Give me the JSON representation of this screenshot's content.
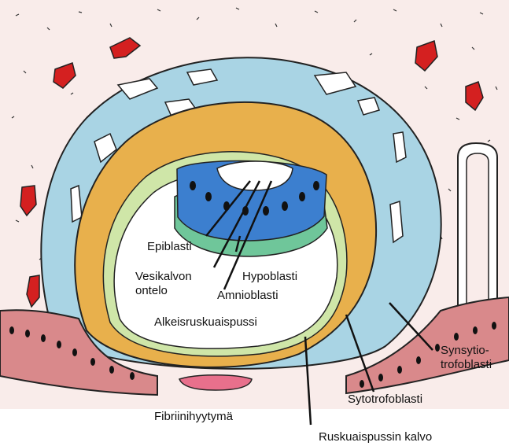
{
  "labels": {
    "epiblast": "Epiblasti",
    "amniotic_cavity_line1": "Vesikalvon",
    "amniotic_cavity_line2": "ontelo",
    "hypoblast": "Hypoblasti",
    "amnioblast": "Amnioblasti",
    "yolk_sac": "Alkeisruskuaispussi",
    "syncytio_line1": "Synsytio-",
    "syncytio_line2": "trofoblasti",
    "cytotrophoblast": "Sytotrofoblasti",
    "fibrin_clot": "Fibriinihyytymä",
    "yolk_sac_membrane": "Ruskuaispussin kalvo"
  },
  "colors": {
    "endometrium": "#f9ecea",
    "syncytiotrophoblast": "#a9d4e4",
    "cytotrophoblast": "#e8b04c",
    "epiblast": "#3c7fcf",
    "hypoblast": "#6fc69a",
    "heuser_membrane": "#cfe6a8",
    "epithelium": "#d9898b",
    "fibrin": "#e8708c",
    "blood": "#d42020"
  }
}
